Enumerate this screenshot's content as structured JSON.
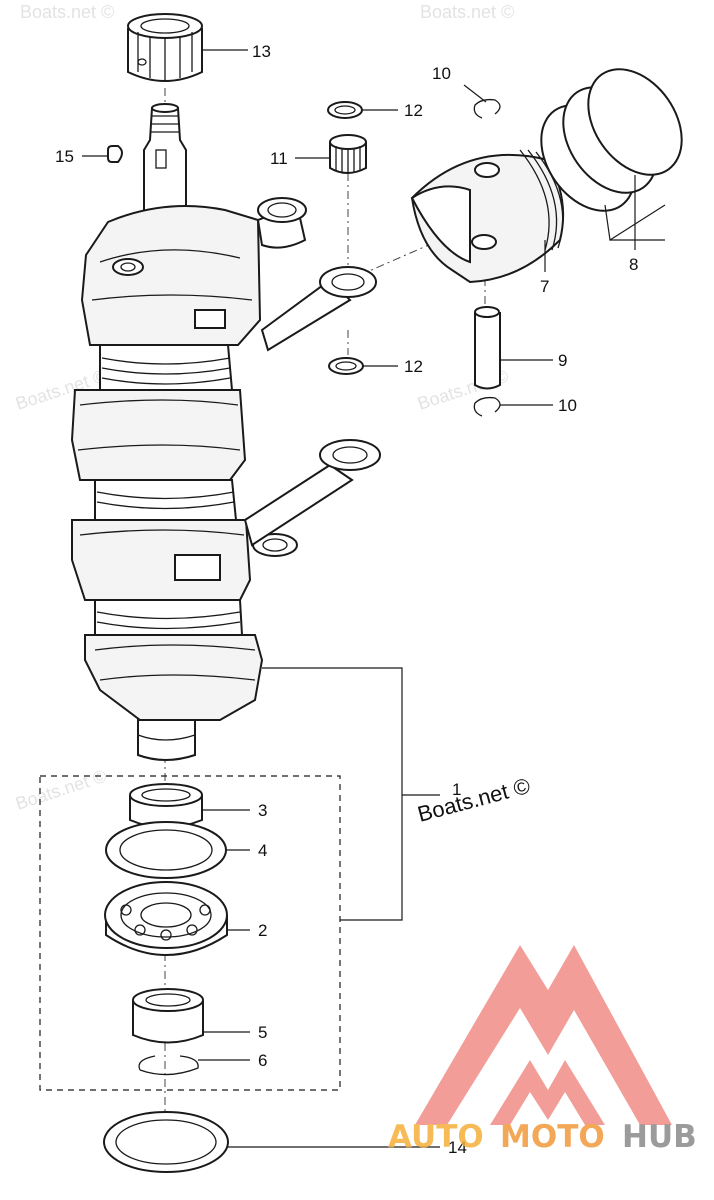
{
  "callouts": {
    "c1": "1",
    "c2": "2",
    "c3": "3",
    "c4": "4",
    "c5": "5",
    "c6": "6",
    "c7": "7",
    "c8": "8",
    "c9": "9",
    "c10a": "10",
    "c10b": "10",
    "c11": "11",
    "c12a": "12",
    "c12b": "12",
    "c13": "13",
    "c14": "14",
    "c15": "15"
  },
  "watermark": "Boats.net ©",
  "credit": "Boats.net ©",
  "logo": {
    "auto": "AUTO",
    "moto": "MOTO",
    "hub": "HUB",
    "color_auto": "#f5b03a",
    "color_moto": "#f29a3c",
    "color_hub": "#8a8a8a",
    "color_mark": "#f08c86"
  }
}
